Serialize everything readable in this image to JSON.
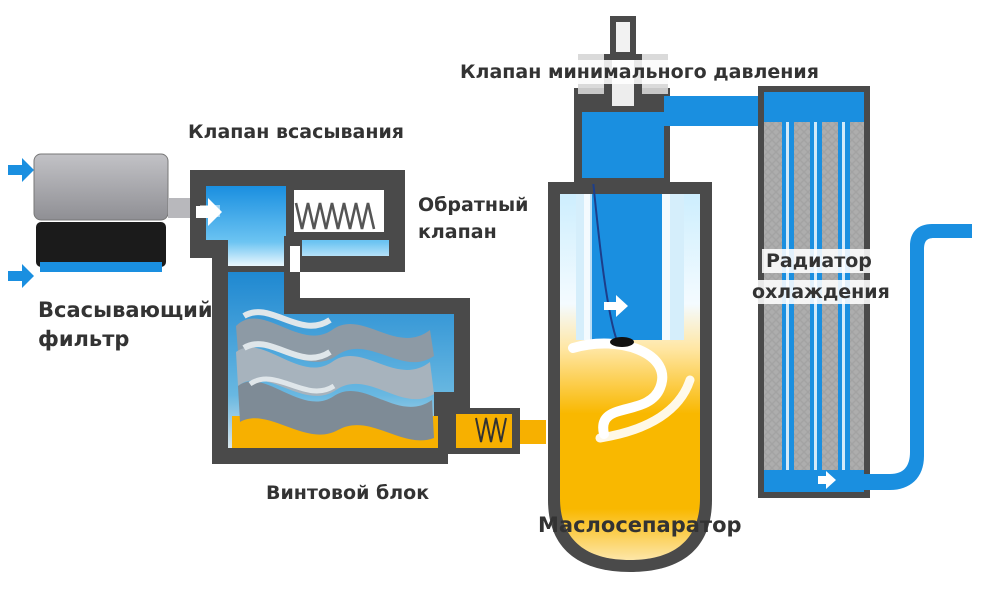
{
  "labels": {
    "intake_filter": "Всасывающий фильтр",
    "intake_filter_line1": "Всасывающий",
    "intake_filter_line2": "фильтр",
    "intake_valve": "Клапан всасывания",
    "check_valve_line1": "Обратный",
    "check_valve_line2": "клапан",
    "screw_block": "Винтовой блок",
    "min_pressure_valve": "Клапан минимального давления",
    "oil_separator": "Маслосепаратор",
    "radiator_line1": "Радиатор",
    "radiator_line2": "охлаждения"
  },
  "colors": {
    "air": "#1a8fe0",
    "air_light": "#bfe6fb",
    "oil": "#f7b000",
    "housing": "#4a4a4a",
    "filter_body": "#a9a9ad",
    "filter_base": "#1b1b1b"
  }
}
